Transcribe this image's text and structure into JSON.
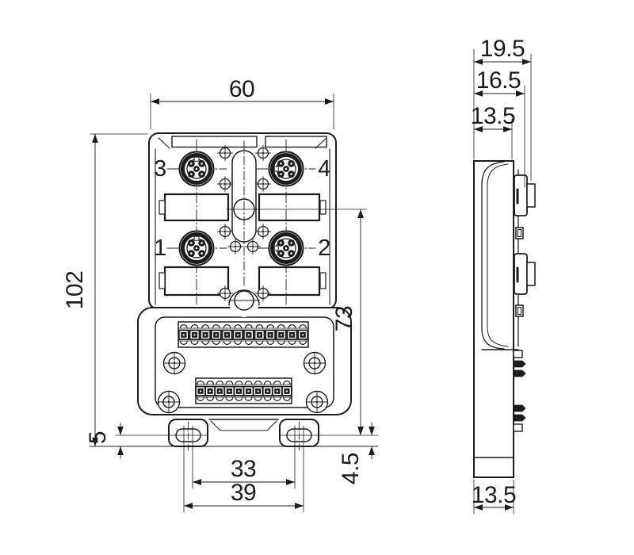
{
  "drawing": {
    "type": "technical-dimension-drawing",
    "front_view": {
      "port_labels": [
        "3",
        "4",
        "1",
        "2"
      ],
      "dims": {
        "width": "60",
        "height": "102",
        "port_center_to_slot": "73",
        "foot_offset": "5",
        "slot_center_to_base": "4.5",
        "hole_spacing_inner": "33",
        "hole_spacing_outer": "39"
      }
    },
    "side_view": {
      "dims": {
        "depth_overall": "19.5",
        "depth_to_connector_face": "16.5",
        "depth_body": "13.5",
        "depth_base": "13.5"
      }
    },
    "colors": {
      "line": "#1c1c1c",
      "background": "#ffffff"
    }
  }
}
